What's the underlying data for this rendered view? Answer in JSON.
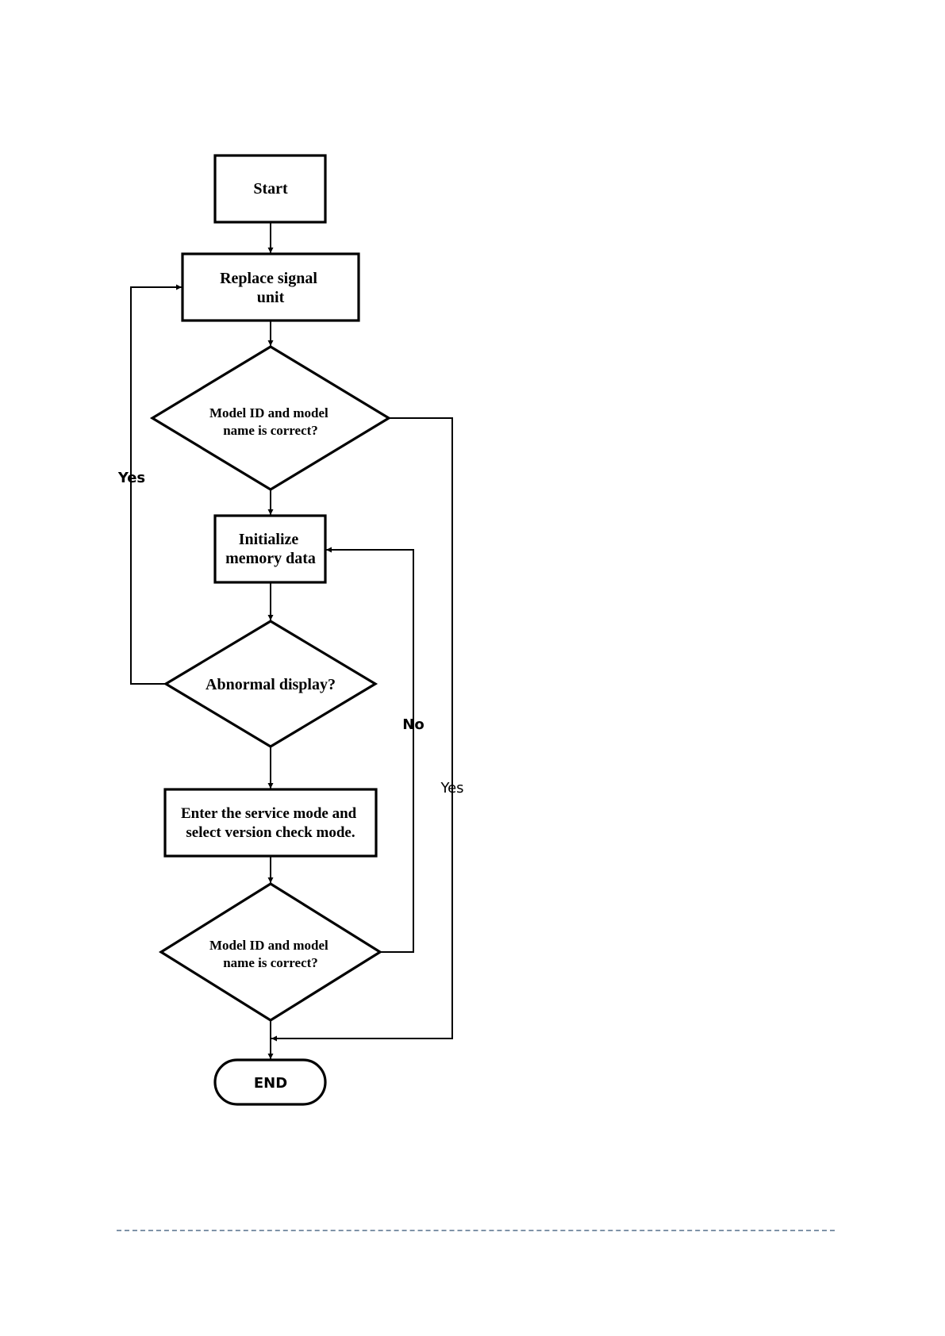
{
  "diagram": {
    "nodes": {
      "start": {
        "lines": [
          "Start"
        ]
      },
      "replace": {
        "lines": [
          "Replace signal",
          "unit"
        ]
      },
      "check1": {
        "lines": [
          "Model ID and model",
          "name is  correct?"
        ]
      },
      "init": {
        "lines": [
          "Initialize",
          "memory data"
        ]
      },
      "abnormal": {
        "lines": [
          "Abnormal display?"
        ]
      },
      "service": {
        "lines": [
          "Enter the service mode and",
          "select version check mode."
        ]
      },
      "check2": {
        "lines": [
          "Model ID and model",
          "name is  correct?"
        ]
      },
      "end": {
        "lines": [
          "END"
        ]
      }
    },
    "edge_labels": {
      "loop_yes": "Yes",
      "skip_yes": "Yes",
      "retry_no": "No"
    }
  },
  "colors": {
    "stroke": "#000000",
    "fill": "#ffffff",
    "footer_rule": "#7f93a8"
  }
}
